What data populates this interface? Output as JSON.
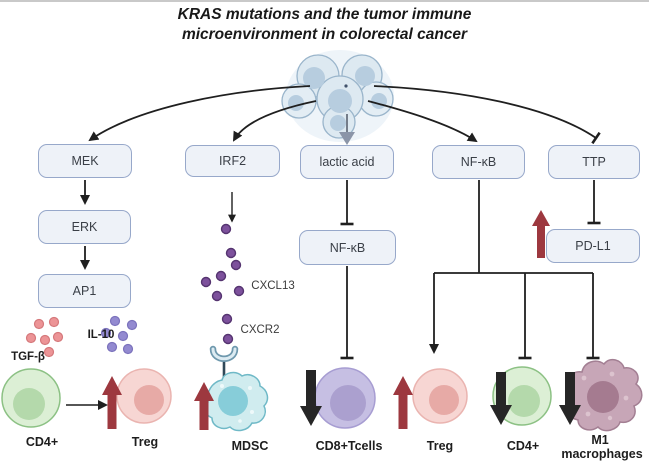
{
  "title": {
    "line1": "KRAS mutations and the tumor immune",
    "line2": "microenvironment in colorectal cancer"
  },
  "pathway_boxes": {
    "mek": "MEK",
    "erk": "ERK",
    "ap1": "AP1",
    "irf2": "IRF2",
    "lactic_acid": "lactic acid",
    "nfkb_upper": "NF-κB",
    "nfkb_lower": "NF-κB",
    "ttp": "TTP",
    "pdl1": "PD-L1"
  },
  "molecule_labels": {
    "tgfb": "TGF-β",
    "il10": "IL-10",
    "cxcl13": "CXCL13",
    "cxcr2": "CXCR2"
  },
  "cell_labels": {
    "cd4_left": "CD4+",
    "treg_left": "Treg",
    "mdsc": "MDSC",
    "cd8": "CD8+Tcells",
    "treg_right": "Treg",
    "cd4_right": "CD4+",
    "m1_line1": "M1",
    "m1_line2": "macrophages"
  },
  "colors": {
    "increase_arrow": "#9d383f",
    "decrease_arrow": "#262626",
    "box_fill": "#eef2f8",
    "box_border": "#97a8ca",
    "tumor_cell": "#dde9f1",
    "cd4_cell": "#dcefd5",
    "treg_cell": "#f7d6d3",
    "cd8_cell": "#c6bfe3",
    "mdsc_cell": "#d0ecef",
    "m1_cell": "#c7a6b7",
    "tgfb_dots": "#ec9496",
    "il10_dots": "#938ad0",
    "cxcl13_dots": "#7d519c"
  }
}
